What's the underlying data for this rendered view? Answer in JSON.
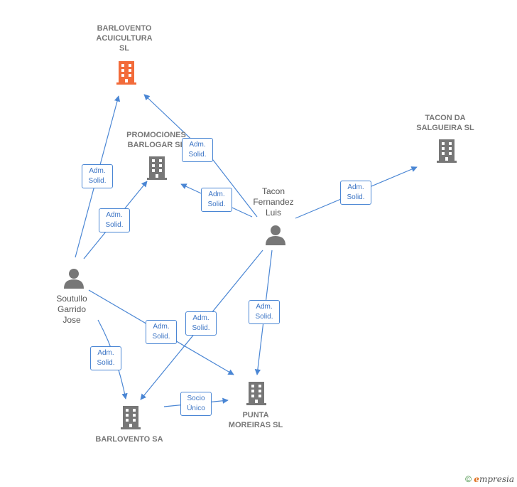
{
  "nodes": {
    "barlovento_acuicultura": "BARLOVENTO\nACUICULTURA\nSL",
    "promociones_barlogar": "PROMOCIONES\nBARLOGAR  SL",
    "tacon_da_salgueira": "TACON DA\nSALGUEIRA  SL",
    "tacon_fernandez_luis": "Tacon\nFernandez\nLuis",
    "soutullo_garrido_jose": "Soutullo\nGarrido\nJose",
    "barlovento_sa": "BARLOVENTO SA",
    "punta_moreiras": "PUNTA\nMOREIRAS SL"
  },
  "edges": {
    "adm_solid": "Adm.\nSolid.",
    "socio_unico": "Socio\nÚnico"
  },
  "colors": {
    "highlight_company": "#f26b3a",
    "company": "#777777",
    "person": "#777777",
    "edge": "#4a86d4"
  },
  "footer": {
    "copyright": "©",
    "brand_initial": "e",
    "brand_rest": "mpresia"
  }
}
